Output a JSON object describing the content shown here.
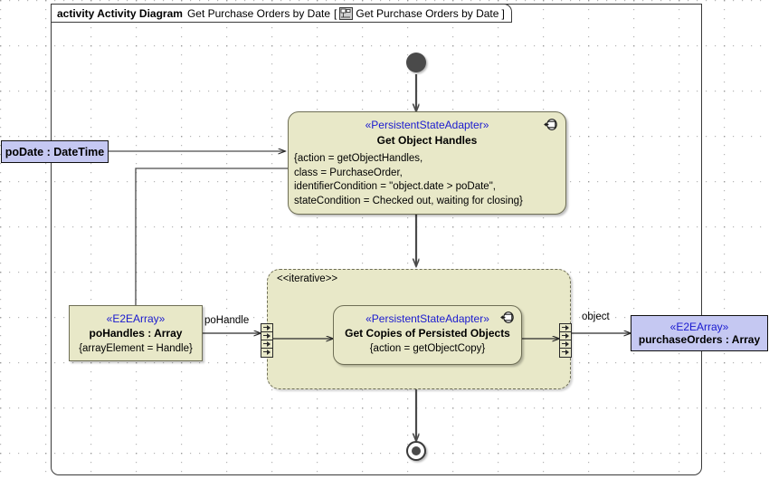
{
  "frame": {
    "keyword": "activity Activity Diagram",
    "name": "Get Purchase Orders by Date",
    "bracket_open": "[",
    "icon": "activity-diagram-icon",
    "qualified_name": "Get Purchase Orders by Date",
    "bracket_close": "]"
  },
  "nodes": {
    "initial": {
      "name": "initial-node"
    },
    "final": {
      "name": "activity-final-node"
    },
    "input_parameter": {
      "label": "poDate : DateTime"
    },
    "get_object_handles": {
      "stereotype": "«PersistentStateAdapter»",
      "title": "Get Object Handles",
      "properties": [
        "{action = getObjectHandles,",
        "class = PurchaseOrder,",
        "identifierCondition = \"object.date > poDate\",",
        "stateCondition = Checked out, waiting for closing}"
      ],
      "icon": "persistent-state-adapter-icon"
    },
    "po_handles": {
      "stereotype": "«E2EArray»",
      "title": "poHandles : Array",
      "properties": "{arrayElement = Handle}"
    },
    "region": {
      "label": "<<iterative>>"
    },
    "get_copies": {
      "stereotype": "«PersistentStateAdapter»",
      "title": "Get Copies of Persisted Objects",
      "properties": "{action = getObjectCopy}",
      "icon": "persistent-state-adapter-icon"
    },
    "purchase_orders": {
      "stereotype": "«E2EArray»",
      "title": "purchaseOrders : Array"
    }
  },
  "edges": {
    "po_handle_label": "poHandle",
    "object_label": "object"
  },
  "colors": {
    "action_fill": "#e8e8c8",
    "action_border": "#6e6e55",
    "object_fill": "#c5c8f2",
    "object_border": "#111111",
    "stereotype_text": "#1a1ad0",
    "edge": "#4a4a4a",
    "frame_border": "#3a3a3a",
    "canvas": "#ffffff"
  }
}
